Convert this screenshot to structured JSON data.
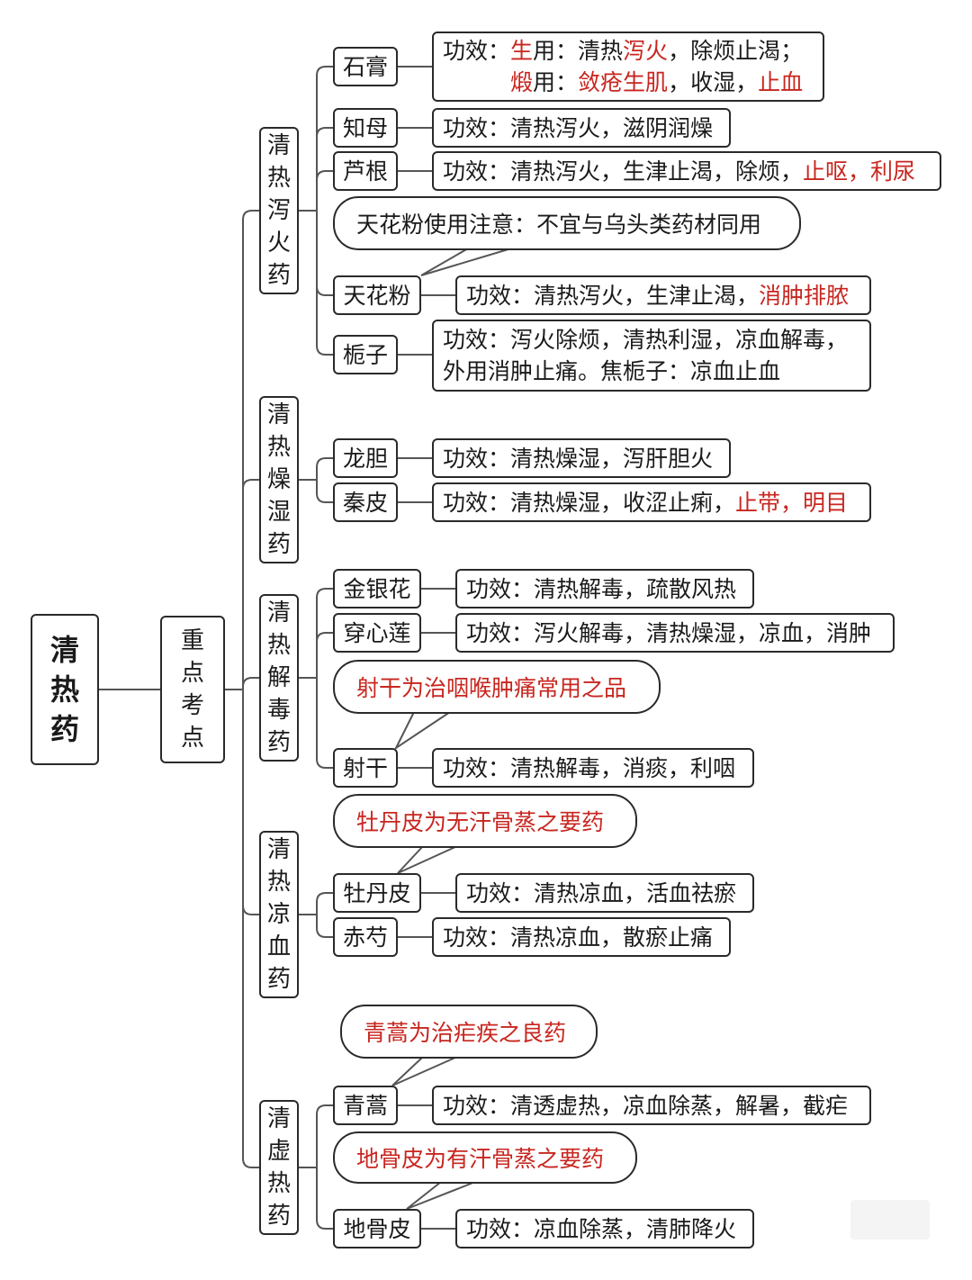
{
  "root": {
    "label": [
      "清",
      "热",
      "药"
    ]
  },
  "key": {
    "label": [
      "重",
      "点",
      "考",
      "点"
    ]
  },
  "categories": {
    "c1": [
      "清",
      "热",
      "泻",
      "火",
      "药"
    ],
    "c2": [
      "清",
      "热",
      "燥",
      "湿",
      "药"
    ],
    "c3": [
      "清",
      "热",
      "解",
      "毒",
      "药"
    ],
    "c4": [
      "清",
      "热",
      "凉",
      "血",
      "药"
    ],
    "c5": [
      "清",
      "虚",
      "热",
      "药"
    ]
  },
  "herbs": {
    "shigao": "石膏",
    "zhimu": "知母",
    "lugen": "芦根",
    "tianhuafen": "天花粉",
    "zhizi": "栀子",
    "longdan": "龙胆",
    "qinpi": "秦皮",
    "jinyinhua": "金银花",
    "chuanxinlian": "穿心莲",
    "shegan": "射干",
    "mudanpi": "牡丹皮",
    "chishao": "赤芍",
    "qinghao": "青蒿",
    "digupi": "地骨皮"
  },
  "effects": {
    "shigao": [
      [
        {
          "t": "功效："
        },
        {
          "t": "生",
          "c": "red"
        },
        {
          "t": "用：清热"
        },
        {
          "t": "泻火",
          "c": "red"
        },
        {
          "t": "，除烦止渴；"
        }
      ],
      [
        {
          "t": "　　　"
        },
        {
          "t": "煅",
          "c": "red"
        },
        {
          "t": "用："
        },
        {
          "t": "敛疮生肌",
          "c": "red"
        },
        {
          "t": "，收湿，"
        },
        {
          "t": "止血",
          "c": "red"
        }
      ]
    ],
    "zhimu": [
      [
        {
          "t": "功效：清热泻火，滋阴润燥"
        }
      ]
    ],
    "lugen": [
      [
        {
          "t": "功效：清热泻火，生津止渴，除烦，"
        },
        {
          "t": "止呕，利尿",
          "c": "red"
        }
      ]
    ],
    "tianhuafen": [
      [
        {
          "t": "功效：清热泻火，生津止渴，"
        },
        {
          "t": "消肿排脓",
          "c": "red"
        }
      ]
    ],
    "zhizi": [
      [
        {
          "t": "功效：泻火除烦，清热利湿，凉血解毒，"
        }
      ],
      [
        {
          "t": "外用消肿止痛。焦栀子：凉血止血"
        }
      ]
    ],
    "longdan": [
      [
        {
          "t": "功效：清热燥湿，泻肝胆火"
        }
      ]
    ],
    "qinpi": [
      [
        {
          "t": "功效：清热燥湿，收涩止痢，"
        },
        {
          "t": "止带，明目",
          "c": "red"
        }
      ]
    ],
    "jinyinhua": [
      [
        {
          "t": "功效：清热解毒，疏散风热"
        }
      ]
    ],
    "chuanxinlian": [
      [
        {
          "t": "功效：泻火解毒，清热燥湿，凉血，消肿"
        }
      ]
    ],
    "shegan": [
      [
        {
          "t": "功效：清热解毒，消痰，利咽"
        }
      ]
    ],
    "mudanpi": [
      [
        {
          "t": "功效：清热凉血，活血祛瘀"
        }
      ]
    ],
    "chishao": [
      [
        {
          "t": "功效：清热凉血，散瘀止痛"
        }
      ]
    ],
    "qinghao": [
      [
        {
          "t": "功效：清透虚热，凉血除蒸，解暑，截疟"
        }
      ]
    ],
    "digupi": [
      [
        {
          "t": "功效：凉血除蒸，清肺降火"
        }
      ]
    ]
  },
  "notes": {
    "tianhuafen": "天花粉使用注意：不宜与乌头类药材同用",
    "shegan": "射干为治咽喉肿痛常用之品",
    "mudanpi": "牡丹皮为无汗骨蒸之要药",
    "qinghao": "青蒿为治疟疾之良药",
    "digupi": "地骨皮为有汗骨蒸之要药"
  },
  "colors": {
    "accent_red": "#c8261f",
    "line": "#555555",
    "border": "#2a2a2a"
  }
}
